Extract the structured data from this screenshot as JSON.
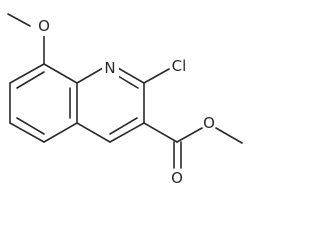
{
  "molecule": {
    "atoms": {
      "oxygen_methoxy": "O",
      "nitrogen_ring": "N",
      "chlorine": "Cl",
      "oxygen_carbonyl": "O",
      "oxygen_ester": "O"
    }
  }
}
